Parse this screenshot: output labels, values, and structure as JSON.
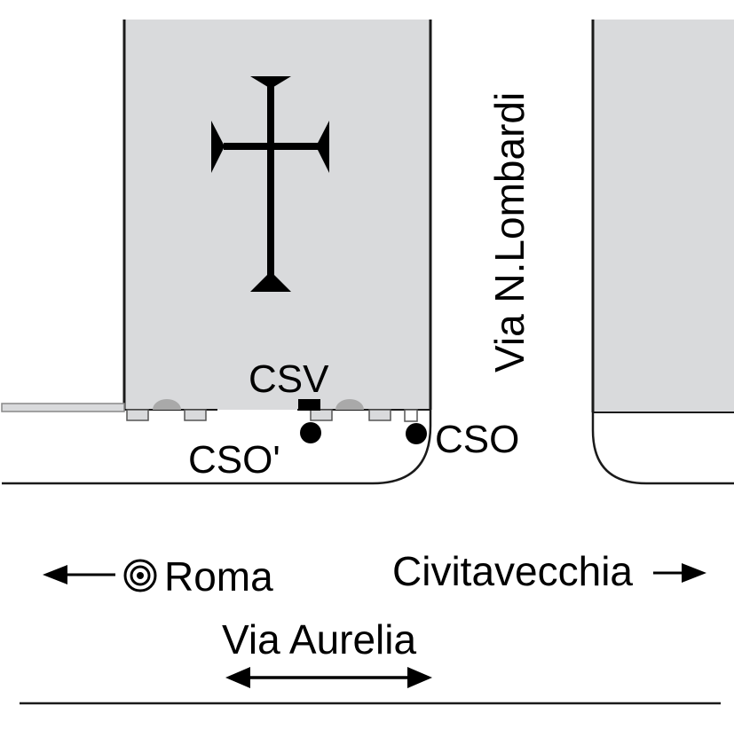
{
  "labels": {
    "csv": "CSV",
    "cso_prime": "CSO'",
    "cso": "CSO",
    "side_street": "Via N.Lombardi",
    "main_road": "Via Aurelia",
    "dir_west": "Roma",
    "dir_east": "Civitavecchia"
  },
  "colors": {
    "building": "#d9dadc",
    "outline": "#1a1a1a",
    "bench": "#a9a9a9",
    "marker": "#000000"
  }
}
